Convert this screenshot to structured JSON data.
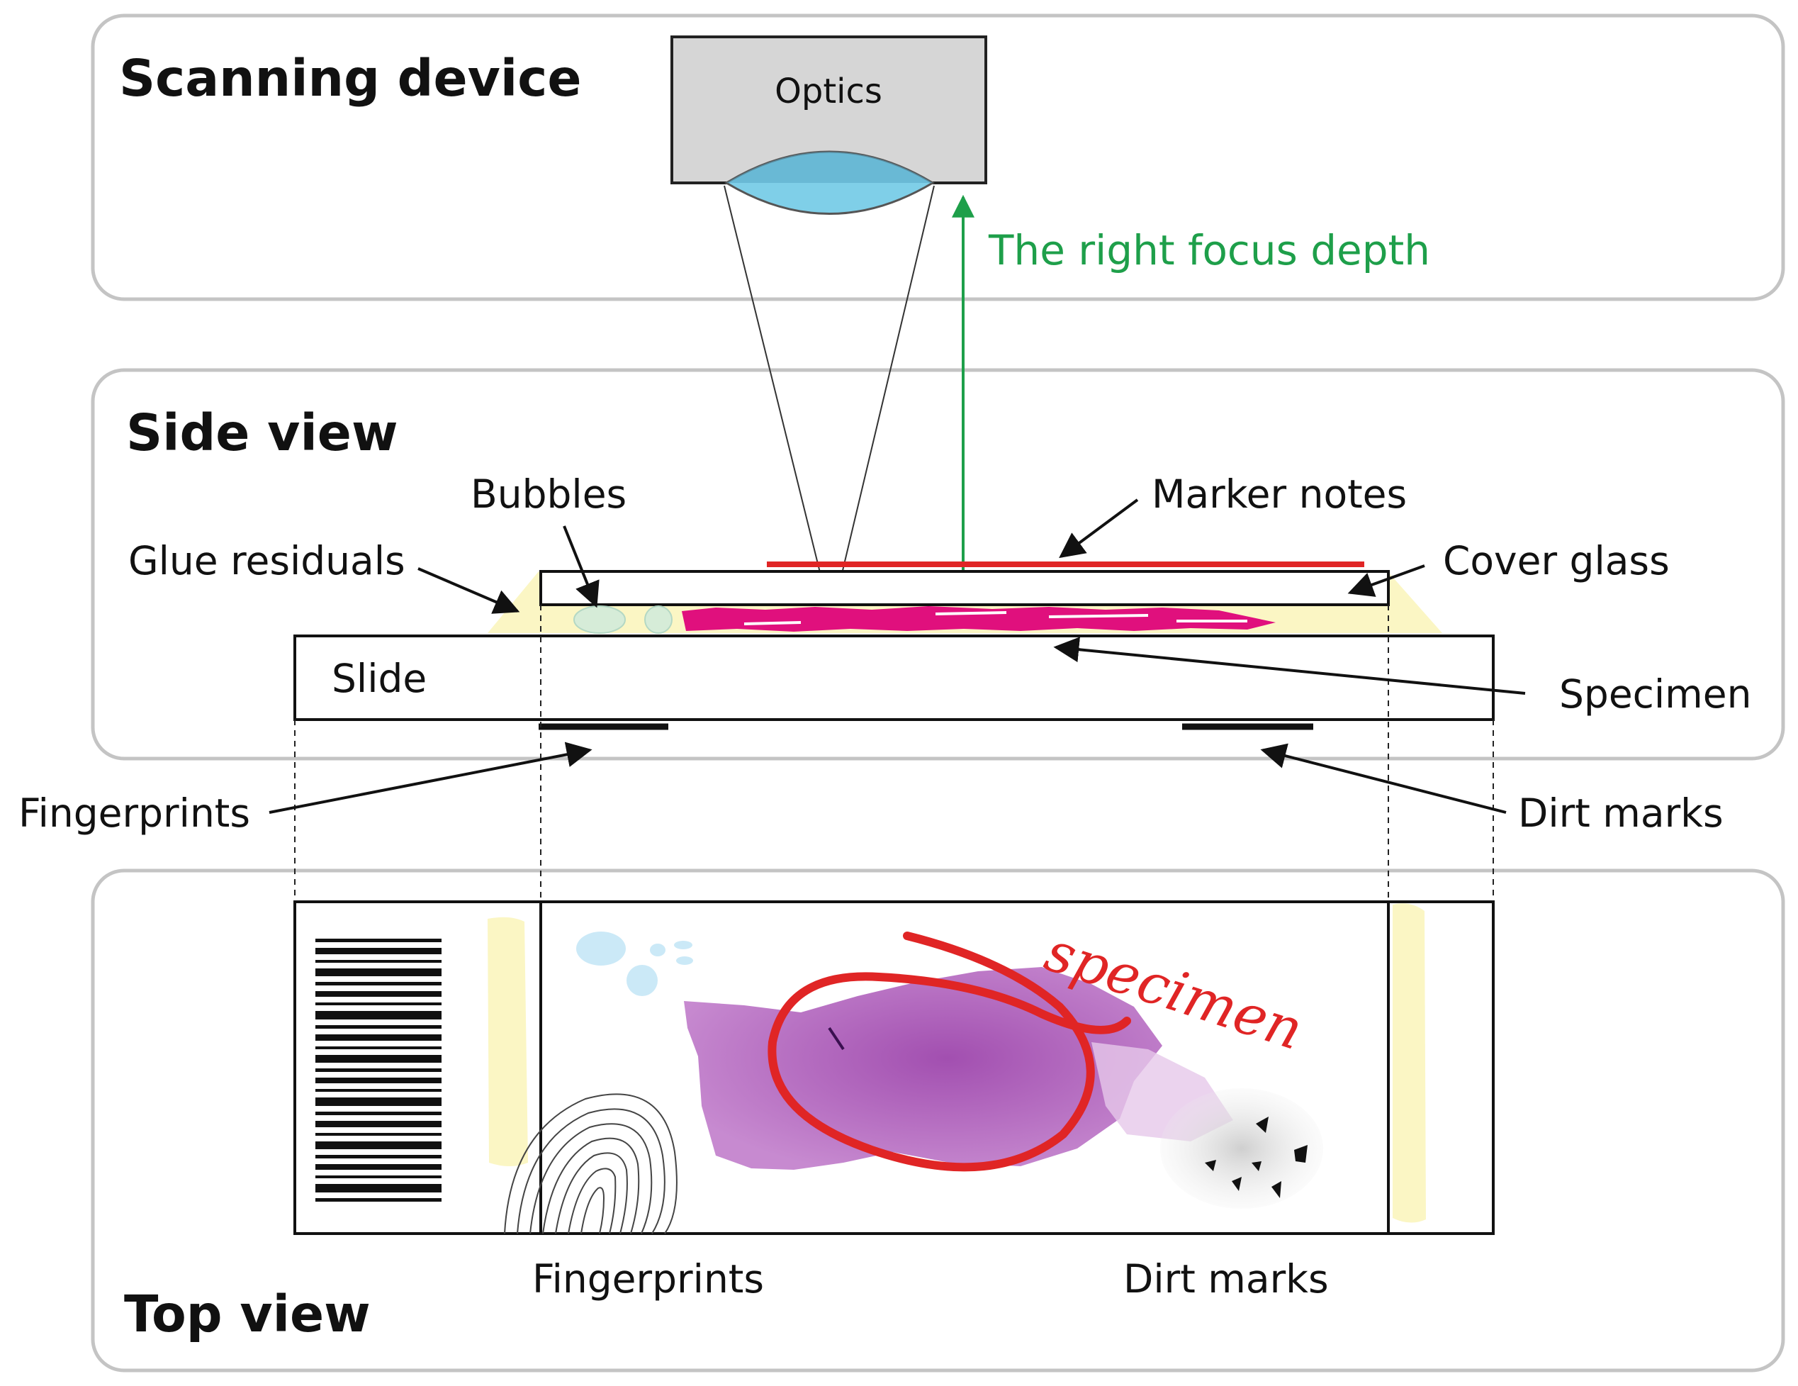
{
  "panels": {
    "scanning": {
      "title": "Scanning device"
    },
    "side": {
      "title": "Side view"
    },
    "top": {
      "title": "Top view"
    }
  },
  "labels": {
    "optics": "Optics",
    "focus": "The right focus depth",
    "bubbles": "Bubbles",
    "marker_notes": "Marker notes",
    "glue_residuals": "Glue residuals",
    "cover_glass": "Cover glass",
    "slide": "Slide",
    "specimen": "Specimen",
    "fingerprints_side": "Fingerprints",
    "dirt_marks_side": "Dirt marks",
    "fingerprints_top": "Fingerprints",
    "dirt_marks_top": "Dirt marks",
    "handwritten": "specimen"
  },
  "colors": {
    "focus_arrow": "#1e9f4a",
    "marker_red": "#e02525",
    "specimen_magenta": "#e0107d",
    "lens_blue": "#7fcfe8",
    "glue_yellow": "#fbf6c4",
    "optics_gray": "#d6d6d6",
    "tissue_purple": "#b05fb8"
  }
}
